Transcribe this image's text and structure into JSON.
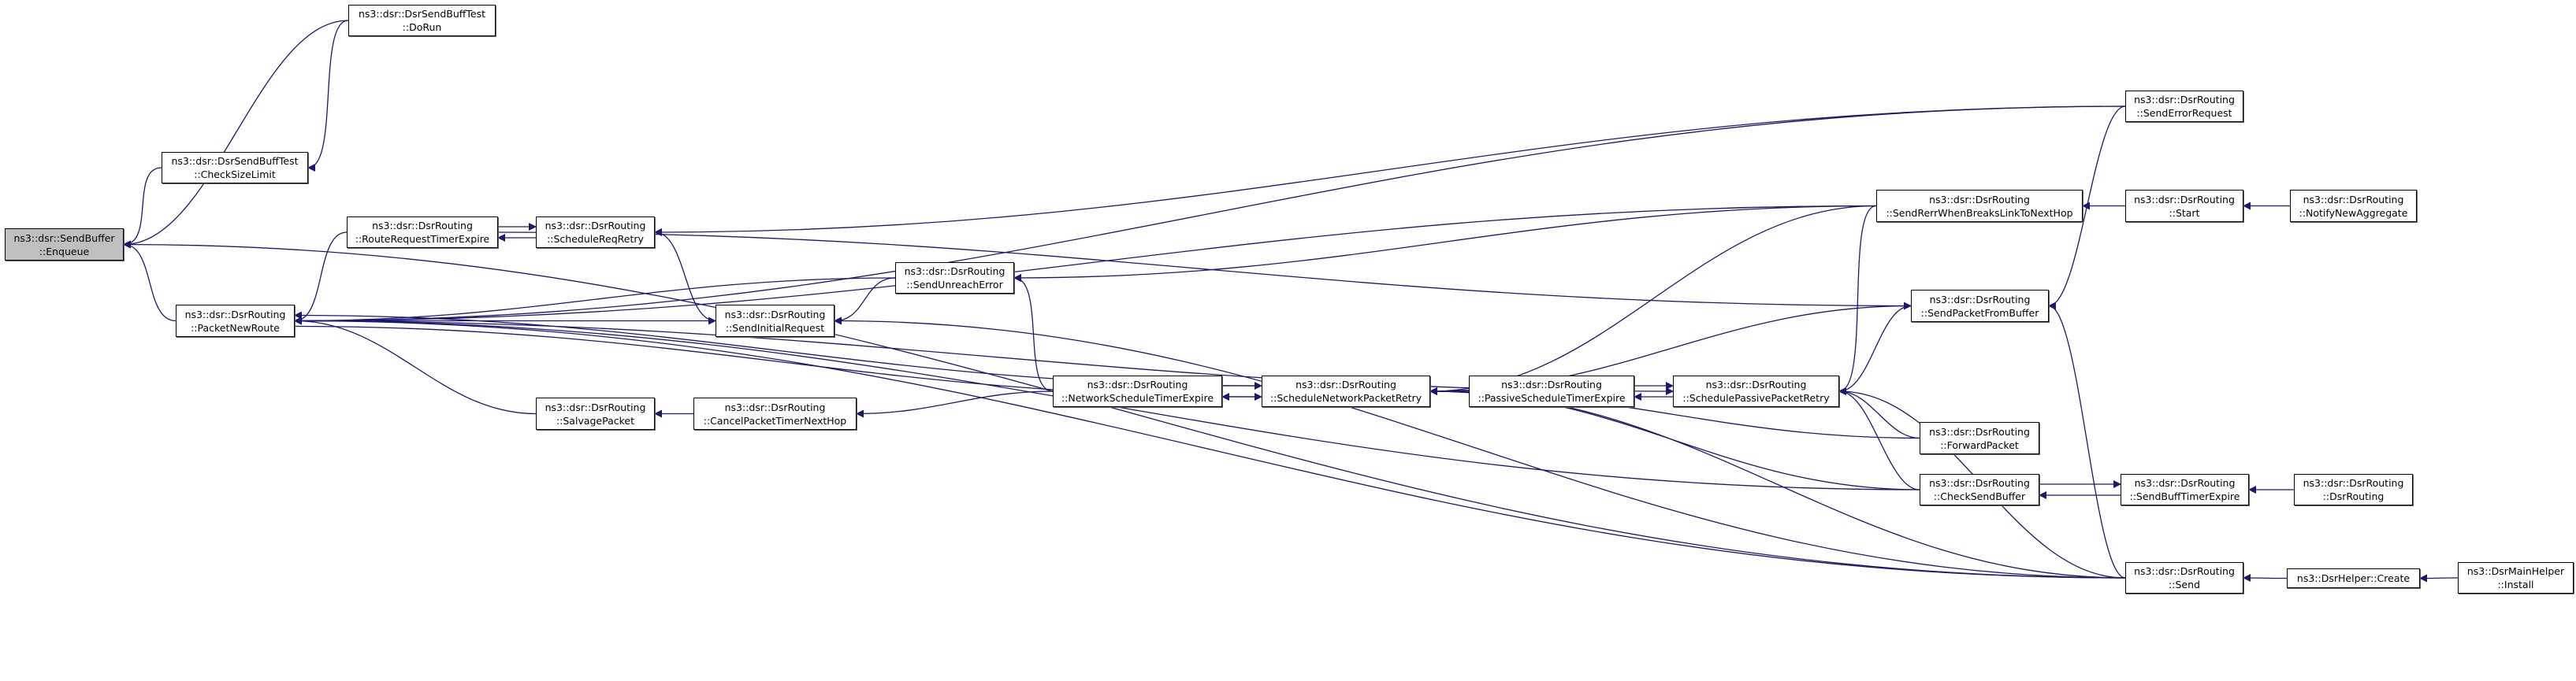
{
  "colors": {
    "edge": "#191970",
    "current_node": "#bfbfbf",
    "node": "#ffffff"
  },
  "nodes": {
    "enqueue": {
      "line1": "ns3::dsr::SendBuffer",
      "line2": "::Enqueue",
      "current": true
    },
    "dorun": {
      "line1": "ns3::dsr::DsrSendBuffTest",
      "line2": "::DoRun"
    },
    "checksizelimit": {
      "line1": "ns3::dsr::DsrSendBuffTest",
      "line2": "::CheckSizeLimit"
    },
    "packetnewroute": {
      "line1": "ns3::dsr::DsrRouting",
      "line2": "::PacketNewRoute"
    },
    "routerequesttimerexpire": {
      "line1": "ns3::dsr::DsrRouting",
      "line2": "::RouteRequestTimerExpire"
    },
    "schedulereqretry": {
      "line1": "ns3::dsr::DsrRouting",
      "line2": "::ScheduleReqRetry"
    },
    "sendinitialrequest": {
      "line1": "ns3::dsr::DsrRouting",
      "line2": "::SendInitialRequest"
    },
    "sendunreacherror": {
      "line1": "ns3::dsr::DsrRouting",
      "line2": "::SendUnreachError"
    },
    "salvagepacket": {
      "line1": "ns3::dsr::DsrRouting",
      "line2": "::SalvagePacket"
    },
    "cancelpackettimernexthop": {
      "line1": "ns3::dsr::DsrRouting",
      "line2": "::CancelPacketTimerNextHop"
    },
    "networkscheduletimerexpire": {
      "line1": "ns3::dsr::DsrRouting",
      "line2": "::NetworkScheduleTimerExpire"
    },
    "schedulenetworkpacketretry": {
      "line1": "ns3::dsr::DsrRouting",
      "line2": "::ScheduleNetworkPacketRetry"
    },
    "passivescheduletimerexpire": {
      "line1": "ns3::dsr::DsrRouting",
      "line2": "::PassiveScheduleTimerExpire"
    },
    "schedulepassivepacketretry": {
      "line1": "ns3::dsr::DsrRouting",
      "line2": "::SchedulePassivePacketRetry"
    },
    "senderrorrequest": {
      "line1": "ns3::dsr::DsrRouting",
      "line2": "::SendErrorRequest"
    },
    "sendrerrwhenbreakslinktonexthop": {
      "line1": "ns3::dsr::DsrRouting",
      "line2": "::SendRerrWhenBreaksLinkToNextHop"
    },
    "start": {
      "line1": "ns3::dsr::DsrRouting",
      "line2": "::Start"
    },
    "notifynewaggregate": {
      "line1": "ns3::dsr::DsrRouting",
      "line2": "::NotifyNewAggregate"
    },
    "sendpacketfrombuffer": {
      "line1": "ns3::dsr::DsrRouting",
      "line2": "::SendPacketFromBuffer"
    },
    "forwardpacket": {
      "line1": "ns3::dsr::DsrRouting",
      "line2": "::ForwardPacket"
    },
    "checksendbuffer": {
      "line1": "ns3::dsr::DsrRouting",
      "line2": "::CheckSendBuffer"
    },
    "sendbufftimerexpire": {
      "line1": "ns3::dsr::DsrRouting",
      "line2": "::SendBuffTimerExpire"
    },
    "dsrrouting": {
      "line1": "ns3::dsr::DsrRouting",
      "line2": "::DsrRouting"
    },
    "send": {
      "line1": "ns3::dsr::DsrRouting",
      "line2": "::Send"
    },
    "dsrhelpercreate": {
      "line1": "ns3::DsrHelper::Create",
      "line2": ""
    },
    "install": {
      "line1": "ns3::DsrMainHelper",
      "line2": "::Install"
    }
  },
  "edges": [
    [
      "dorun",
      "enqueue"
    ],
    [
      "dorun",
      "checksizelimit"
    ],
    [
      "checksizelimit",
      "enqueue"
    ],
    [
      "packetnewroute",
      "enqueue"
    ],
    [
      "send",
      "enqueue"
    ],
    [
      "senderrorrequest",
      "packetnewroute"
    ],
    [
      "sendrerrwhenbreakslinktonexthop",
      "packetnewroute"
    ],
    [
      "routerequesttimerexpire",
      "packetnewroute"
    ],
    [
      "sendunreacherror",
      "packetnewroute"
    ],
    [
      "salvagepacket",
      "packetnewroute"
    ],
    [
      "schedulenetworkpacketretry",
      "packetnewroute"
    ],
    [
      "checksendbuffer",
      "packetnewroute"
    ],
    [
      "send",
      "packetnewroute"
    ],
    [
      "packetnewroute",
      "sendinitialrequest"
    ],
    [
      "packetnewroute",
      "schedulepassivepacketretry"
    ],
    [
      "packetnewroute",
      "schedulenetworkpacketretry"
    ],
    [
      "routerequesttimerexpire",
      "schedulereqretry"
    ],
    [
      "schedulereqretry",
      "routerequesttimerexpire"
    ],
    [
      "sendinitialrequest",
      "schedulereqretry"
    ],
    [
      "senderrorrequest",
      "schedulereqretry"
    ],
    [
      "routerequesttimerexpire",
      "sendpacketfrombuffer"
    ],
    [
      "sendunreacherror",
      "sendinitialrequest"
    ],
    [
      "sendrerrwhenbreakslinktonexthop",
      "sendunreacherror"
    ],
    [
      "networkscheduletimerexpire",
      "sendunreacherror"
    ],
    [
      "networkscheduletimerexpire",
      "cancelpackettimernexthop"
    ],
    [
      "cancelpackettimernexthop",
      "salvagepacket"
    ],
    [
      "networkscheduletimerexpire",
      "schedulenetworkpacketretry"
    ],
    [
      "schedulenetworkpacketretry",
      "networkscheduletimerexpire"
    ],
    [
      "passivescheduletimerexpire",
      "schedulenetworkpacketretry"
    ],
    [
      "passivescheduletimerexpire",
      "schedulepassivepacketretry"
    ],
    [
      "schedulepassivepacketretry",
      "passivescheduletimerexpire"
    ],
    [
      "sendrerrwhenbreakslinktonexthop",
      "schedulenetworkpacketretry"
    ],
    [
      "sendpacketfrombuffer",
      "schedulenetworkpacketretry"
    ],
    [
      "send",
      "sendinitialrequest"
    ],
    [
      "forwardpacket",
      "schedulenetworkpacketretry"
    ],
    [
      "checksendbuffer",
      "schedulenetworkpacketretry"
    ],
    [
      "send",
      "schedulenetworkpacketretry"
    ],
    [
      "sendrerrwhenbreakslinktonexthop",
      "schedulepassivepacketretry"
    ],
    [
      "sendpacketfrombuffer",
      "schedulepassivepacketretry"
    ],
    [
      "send",
      "schedulepassivepacketretry"
    ],
    [
      "forwardpacket",
      "schedulepassivepacketretry"
    ],
    [
      "checksendbuffer",
      "schedulepassivepacketretry"
    ],
    [
      "start",
      "sendrerrwhenbreakslinktonexthop"
    ],
    [
      "notifynewaggregate",
      "start"
    ],
    [
      "senderrorrequest",
      "sendpacketfrombuffer"
    ],
    [
      "send",
      "sendpacketfrombuffer"
    ],
    [
      "checksendbuffer",
      "sendbufftimerexpire"
    ],
    [
      "sendbufftimerexpire",
      "checksendbuffer"
    ],
    [
      "dsrrouting",
      "sendbufftimerexpire"
    ],
    [
      "dsrhelpercreate",
      "send"
    ],
    [
      "install",
      "dsrhelpercreate"
    ]
  ]
}
